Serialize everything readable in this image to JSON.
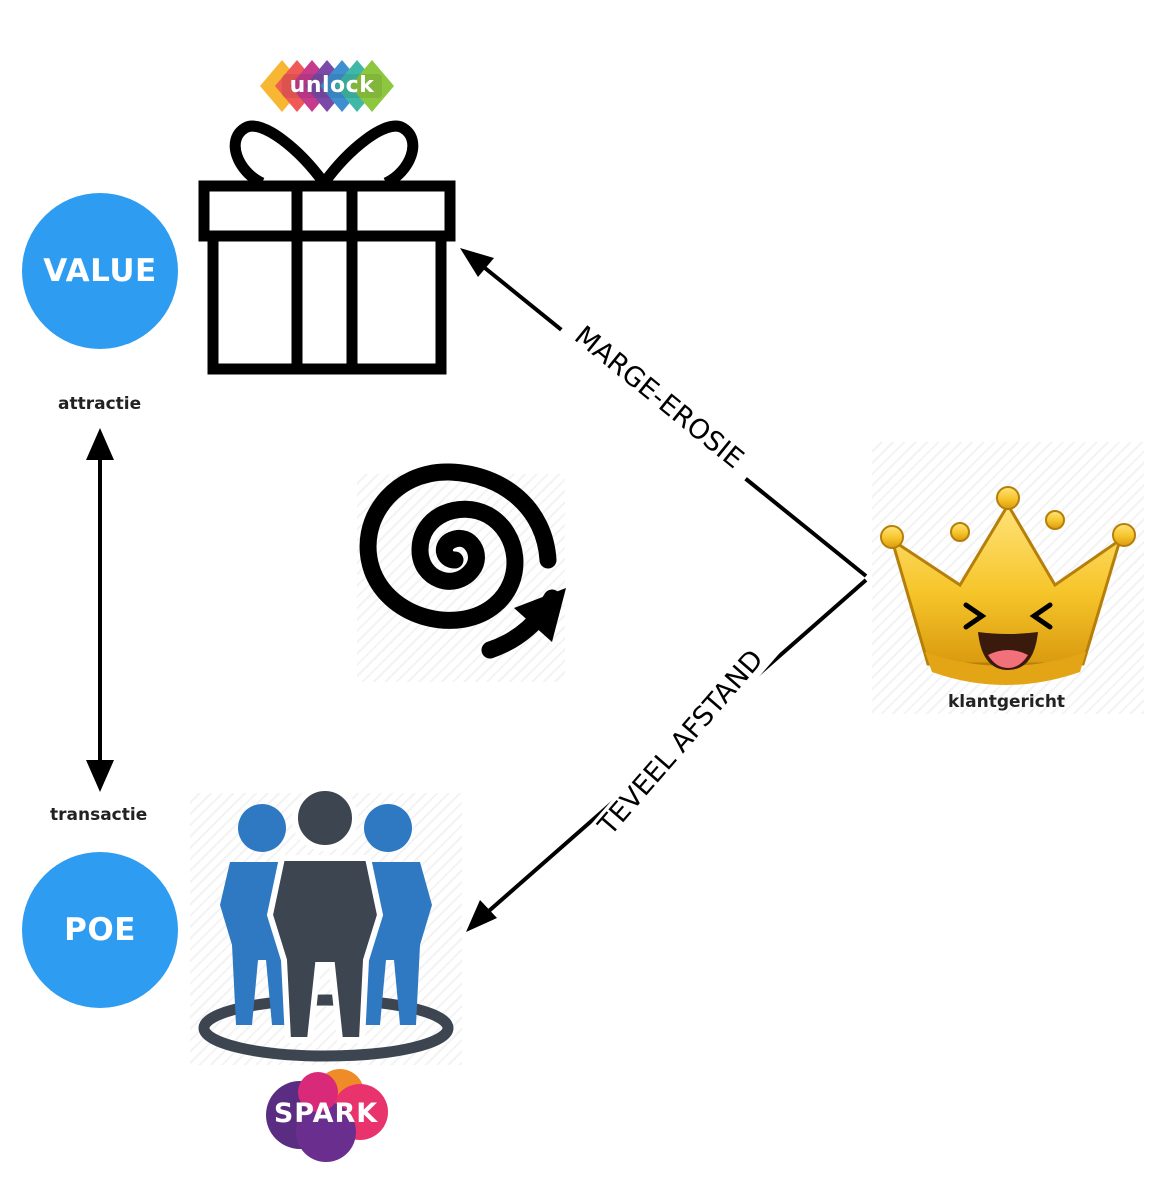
{
  "nodes": {
    "value": {
      "label": "VALUE",
      "sublabel": "attractie"
    },
    "poe": {
      "label": "POE",
      "sublabel": "transactie"
    },
    "customer": {
      "sublabel": "klantgericht"
    }
  },
  "edges": {
    "top": {
      "label": "MARGE-EROSIE"
    },
    "bottom": {
      "label": "TEVEEL AFSTAND"
    }
  },
  "logos": {
    "unlock": "unlock",
    "spark": "SPARK"
  },
  "colors": {
    "circle_fill": "#2e9cf0",
    "people_blue": "#2f79c2",
    "people_dark": "#3c4550",
    "crown_gold": "#f6c52a"
  }
}
